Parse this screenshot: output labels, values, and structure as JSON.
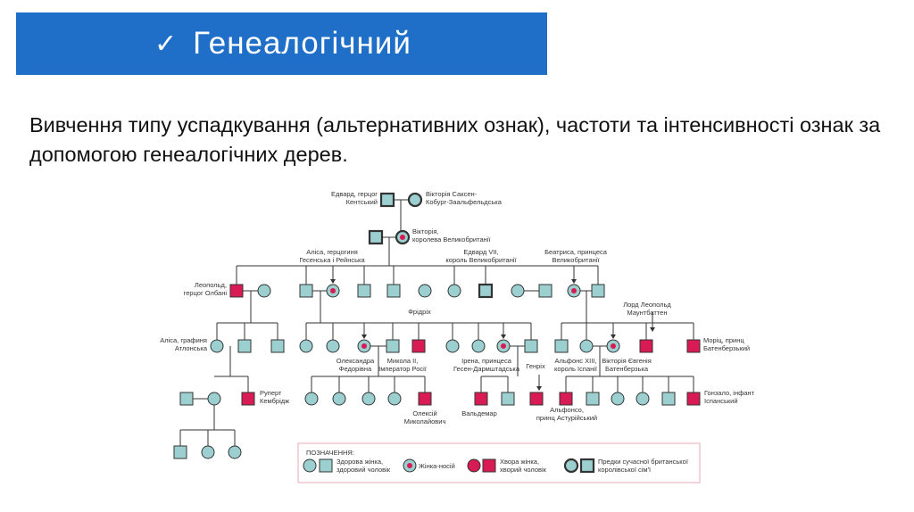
{
  "header": {
    "check_icon": "✓",
    "title": "Генеалогічний"
  },
  "intro": "Вивчення типу успадкування (альтернативних ознак), частоти та інтенсивності ознак за допомогою генеалогічних дерев.",
  "colors": {
    "header_bg": "#1f6fc9",
    "healthy": "#9ccfcf",
    "affected": "#d81b55",
    "line": "#333333",
    "legend_border": "#e8a9b5"
  },
  "tree": {
    "names": {
      "edward_kent": [
        "Едвард, герцог",
        "Кентський"
      ],
      "victoria_saxe": [
        "Вікторія Саксен-",
        "Кобург-Заальфельдська"
      ],
      "victoria": [
        "Вікторія,",
        "королева Великобританії"
      ],
      "alice_hesse": [
        "Аліса, герцогиня",
        "Гесенська і Рейнська"
      ],
      "edward7": [
        "Едвард VII,",
        "король Великобританії"
      ],
      "beatrice": [
        "Беатриса, принцеса",
        "Великобританії"
      ],
      "leopold": [
        "Леопольд,",
        "герцог Олбані"
      ],
      "friedrich": [
        "Фрідріх"
      ],
      "lord_leopold": [
        "Лорд Леопольд",
        "Маунтбаттен"
      ],
      "alice_athlone": [
        "Аліса, графиня",
        "Атлонська"
      ],
      "alexandra": [
        "Олександра",
        "Федорівна"
      ],
      "nicholas": [
        "Микола II,",
        "Імператор Росії"
      ],
      "irene": [
        "Ірена, принцеса",
        "Гесен-Дармштадська"
      ],
      "henry": [
        "Генріх"
      ],
      "alfonso13": [
        "Альфонс XIII,",
        "король Іспанії"
      ],
      "victoria_eugenie": [
        "Вікторія Євгенія",
        "Батенберзька"
      ],
      "maurice": [
        "Моріц, принц",
        "Батенберзький"
      ],
      "rupert": [
        "Руперт",
        "Кембрідж"
      ],
      "alexei": [
        "Олексій",
        "Миколайович"
      ],
      "waldemar": [
        "Вальдемар"
      ],
      "alfonso_asturias": [
        "Альфонсо,",
        "принц Астурійський"
      ],
      "gonzalo": [
        "Гонзало, інфант",
        "Іспанський"
      ]
    },
    "legend": {
      "title": "ПОЗНАЧЕННЯ:",
      "healthy": [
        "Здорова жінка,",
        "здоровий чоловік"
      ],
      "carrier": [
        "Жінка-носій"
      ],
      "affected": [
        "Хвора жінка,",
        "хворий чоловік"
      ],
      "royal": [
        "Предки сучасної британської",
        "королівської сім'ї"
      ]
    }
  }
}
